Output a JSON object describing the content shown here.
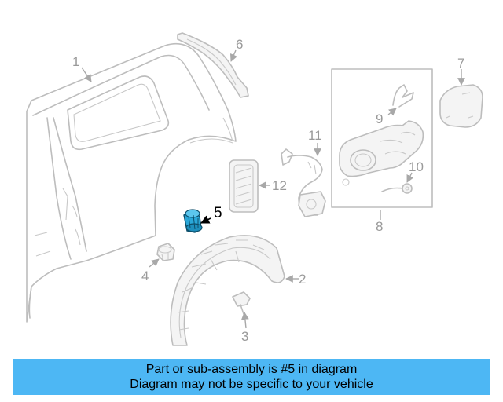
{
  "callouts": {
    "c1": "1",
    "c2": "2",
    "c3": "3",
    "c4": "4",
    "c5": "5",
    "c6": "6",
    "c7": "7",
    "c8": "8",
    "c9": "9",
    "c10": "10",
    "c11": "11",
    "c12": "12"
  },
  "highlight": {
    "part_number": "5",
    "color": "#2aa7d8"
  },
  "banner": {
    "line1": "Part or sub-assembly is #5 in diagram",
    "line2": "Diagram may not be specific to your vehicle",
    "color": "#4db7f4"
  }
}
